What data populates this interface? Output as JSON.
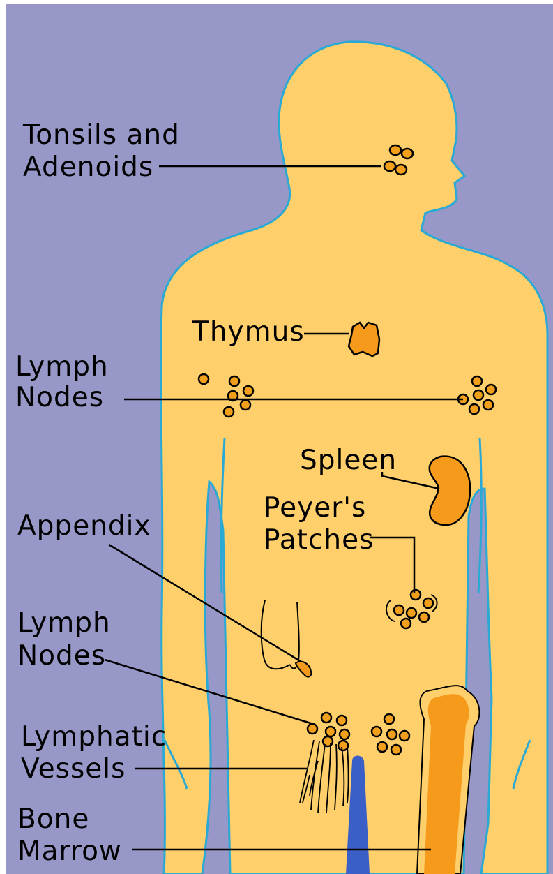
{
  "colors": {
    "background": "#9797c8",
    "body_fill": "#ffcf6b",
    "body_outline": "#2aa9d4",
    "organ": "#f59a1a",
    "node": "#f2a01c",
    "vessel": "#3a60c8",
    "line": "#000000"
  },
  "labels": {
    "tonsils_line1": "Tonsils and",
    "tonsils_line2": "Adenoids",
    "thymus": "Thymus",
    "lymph_nodes_upper_line1": "Lymph",
    "lymph_nodes_upper_line2": "Nodes",
    "spleen": "Spleen",
    "peyers_line1": "Peyer's",
    "peyers_line2": "Patches",
    "appendix": "Appendix",
    "lymph_nodes_lower_line1": "Lymph",
    "lymph_nodes_lower_line2": "Nodes",
    "lymphatic_line1": "Lymphatic",
    "lymphatic_line2": "Vessels",
    "bone_marrow_line1": "Bone",
    "bone_marrow_line2": "Marrow"
  }
}
